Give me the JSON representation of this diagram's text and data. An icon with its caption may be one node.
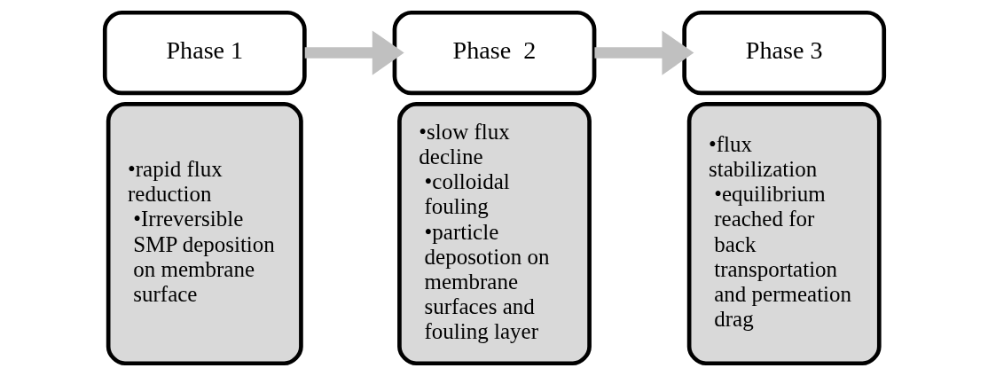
{
  "diagram": {
    "nodes": [
      {
        "text": [
          "Phase 1"
        ]
      },
      {
        "text": [
          "•rapid flux reduction",
          "•Irreversible SMP deposition on membrane surface"
        ]
      },
      {
        "text": [
          "Phase  2"
        ]
      },
      {
        "text": [
          "•slow flux decline",
          "•colloidal fouling",
          "•particle deposotion on membrane surfaces and fouling layer"
        ]
      },
      {
        "text": [
          "Phase 3"
        ]
      },
      {
        "text": [
          "•flux stabilization",
          "•equilibrium reached for back transportation and permeation drag"
        ]
      }
    ],
    "edges": [
      {
        "from": 0,
        "to": 2,
        "arrow": "to"
      },
      {
        "from": 2,
        "to": 4,
        "arrow": "to"
      }
    ]
  }
}
